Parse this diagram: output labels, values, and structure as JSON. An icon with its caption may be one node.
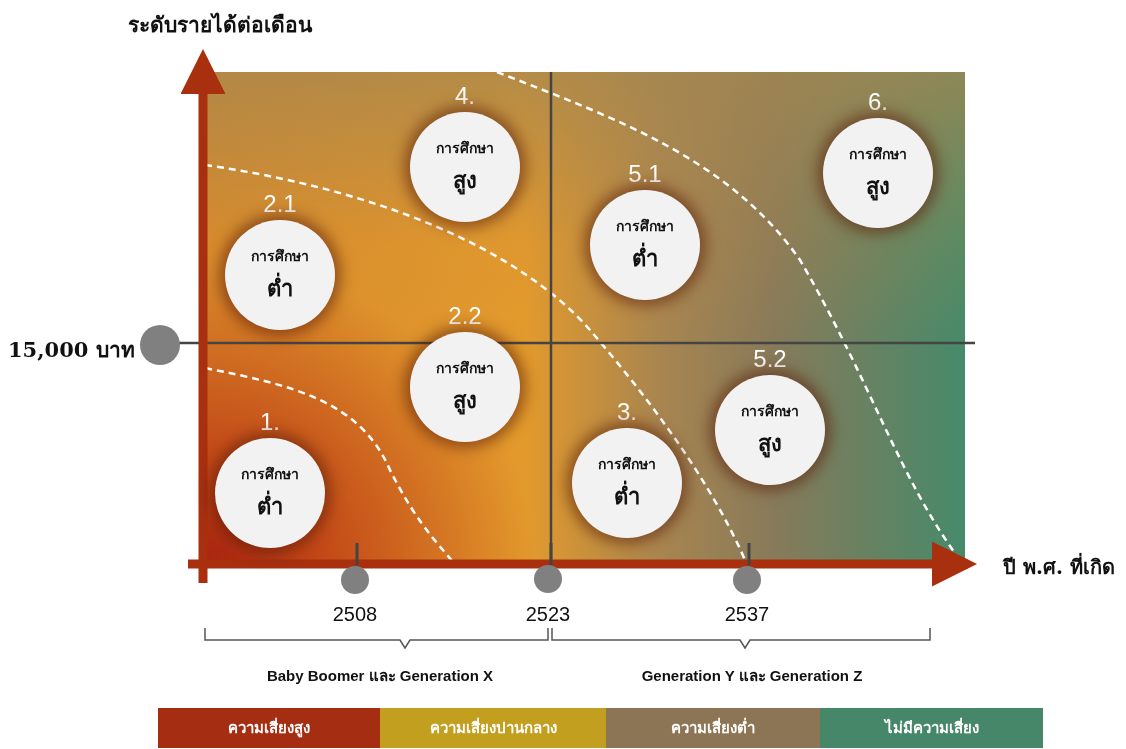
{
  "diagram": {
    "nodes": [
      {
        "text": [
          "4.",
          "การศึกษา",
          "สูง"
        ]
      },
      {
        "text": [
          "6.",
          "การศึกษา",
          "สูง"
        ]
      },
      {
        "text": [
          "2.1",
          "การศึกษา",
          "ต่ำ"
        ]
      },
      {
        "text": [
          "5.1",
          "การศึกษา",
          "ต่ำ"
        ]
      },
      {
        "text": [
          "2.2",
          "การศึกษา",
          "สูง"
        ]
      },
      {
        "text": [
          "5.2",
          "การศึกษา",
          "สูง"
        ]
      },
      {
        "text": [
          "1.",
          "การศึกษา",
          "ต่ำ"
        ]
      },
      {
        "text": [
          "3.",
          "การศึกษา",
          "ต่ำ"
        ]
      }
    ],
    "labels": [
      "ระดับรายได้ต่อเดือน",
      "15,000 บาท",
      "ปี พ.ศ. ที่เกิด",
      "2508",
      "2523",
      "2537",
      "Baby Boomer และ Generation X",
      "Generation Y และ Generation Z"
    ],
    "legend": [
      {
        "text": "ความเสี่ยงสูง",
        "color": "#a52d12"
      },
      {
        "text": "ความเสี่ยงปานกลาง",
        "color": "#c29f1e"
      },
      {
        "text": "ความเสี่ยงต่ำ",
        "color": "#8c7554"
      },
      {
        "text": "ไม่มีความเสี่ยง",
        "color": "#478769"
      }
    ]
  }
}
